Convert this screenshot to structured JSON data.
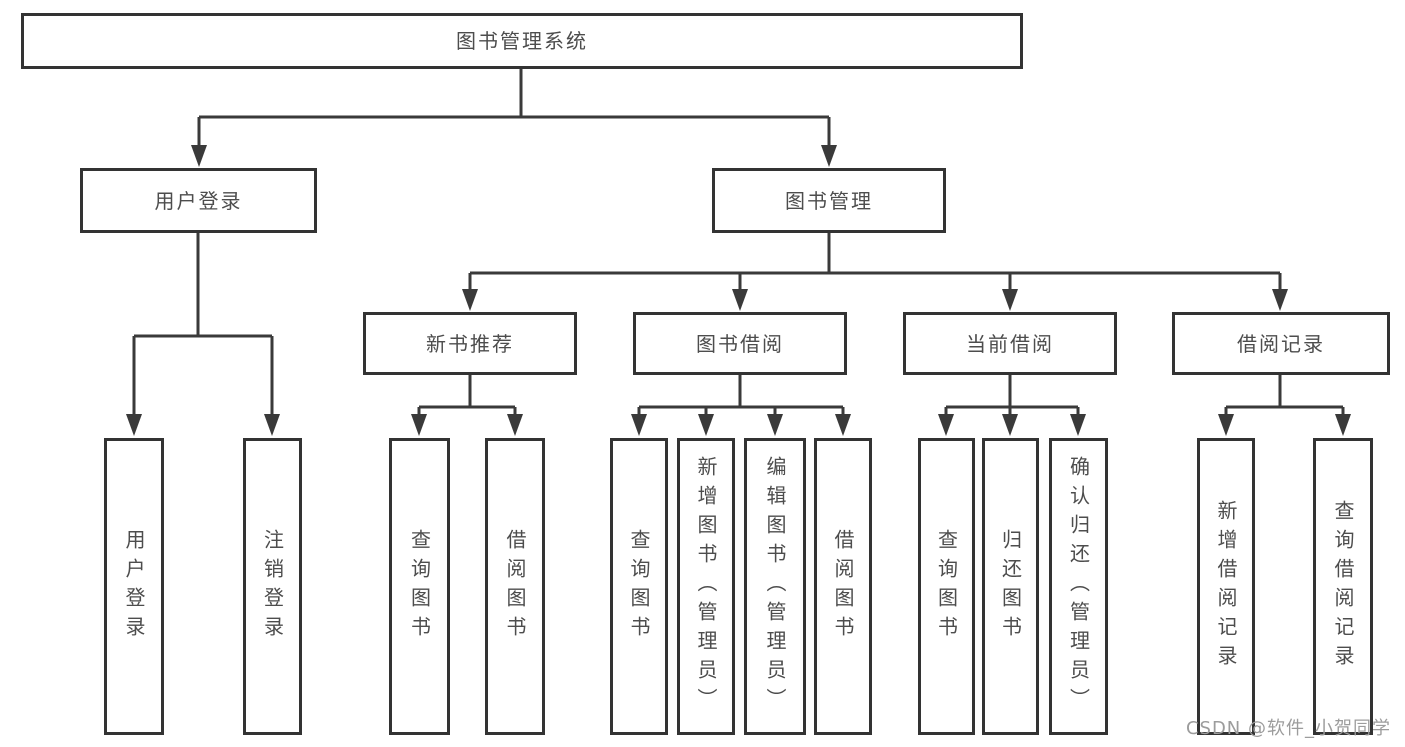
{
  "nodes": {
    "root": "图书管理系统",
    "level2": {
      "user_login": "用户登录",
      "book_management": "图书管理"
    },
    "level3": {
      "new_books": "新书推荐",
      "borrowing": "图书借阅",
      "current": "当前借阅",
      "records": "借阅记录"
    },
    "leaves": {
      "user_login": "用户登录",
      "logout": "注销登录",
      "recommend_query": "查询图书",
      "recommend_borrow": "借阅图书",
      "borrow_query": "查询图书",
      "borrow_add": "新增图书（管理员）",
      "borrow_edit": "编辑图书（管理员）",
      "borrow_borrow": "借阅图书",
      "current_query": "查询图书",
      "current_return": "归还图书",
      "current_confirm": "确认归还（管理员）",
      "records_add": "新增借阅记录",
      "records_query": "查询借阅记录"
    }
  },
  "watermark": {
    "text": "CSDN @软件_小贺同学"
  },
  "colors": {
    "line": "#3a3a3a",
    "box_border": "#333333",
    "box_bg": "#ffffff",
    "text": "#4d4d4d",
    "watermark": "#9c9c9c",
    "page_bg": "#ffffff"
  }
}
